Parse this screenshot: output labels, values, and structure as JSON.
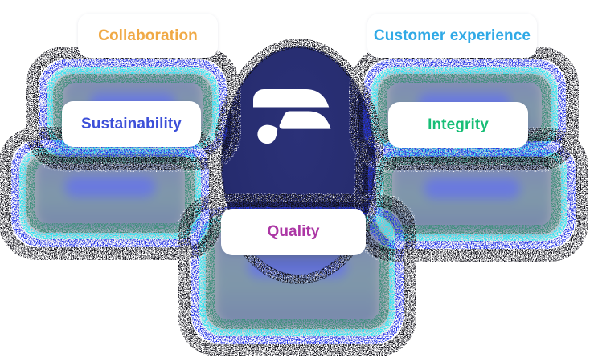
{
  "diagram": {
    "type": "hub-and-spoke values diagram",
    "center": {
      "name": "brand-logo-hub",
      "logo_icon": "f-wing-logo",
      "hub_color": "#272D70",
      "logo_color": "#FFFFFF"
    },
    "values": [
      {
        "label": "Collaboration",
        "color": "#F0A945",
        "position": "top-left"
      },
      {
        "label": "Customer experience",
        "color": "#2FA9E6",
        "position": "top-right"
      },
      {
        "label": "Sustainability",
        "color": "#3D50D9",
        "position": "middle-left"
      },
      {
        "label": "Integrity",
        "color": "#17BE76",
        "position": "middle-right"
      },
      {
        "label": "Quality",
        "color": "#AC37A5",
        "position": "bottom-center"
      }
    ]
  }
}
